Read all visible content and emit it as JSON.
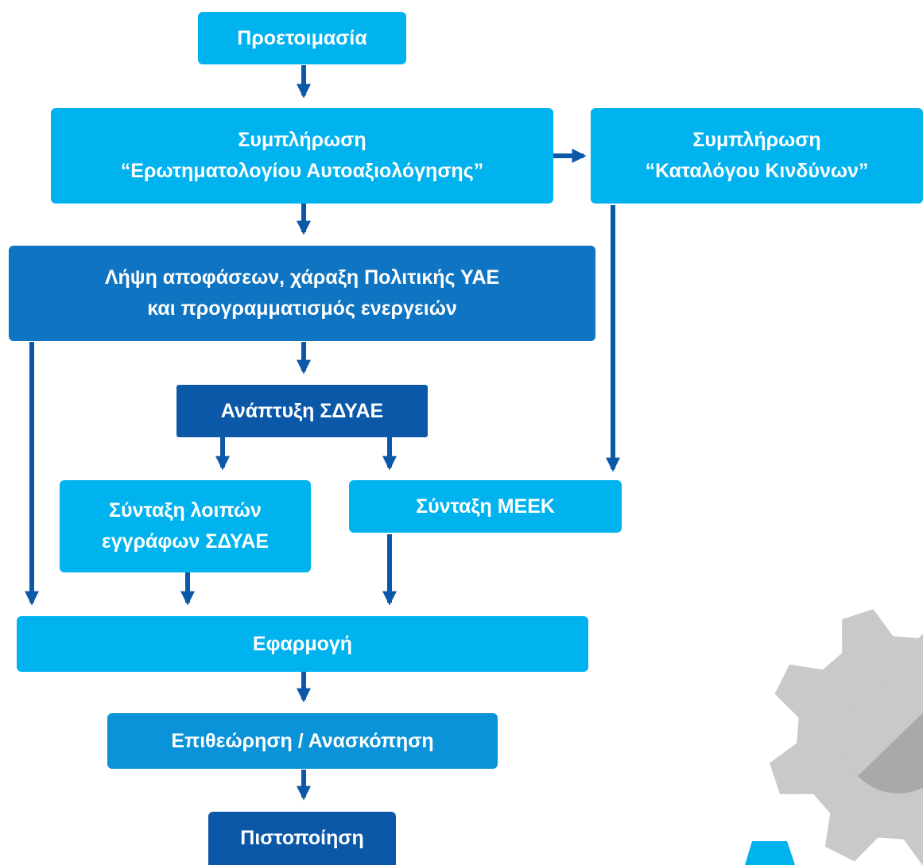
{
  "nodes": {
    "prep": {
      "label": "Προετοιμασία"
    },
    "questionnaire": {
      "line1": "Συμπλήρωση",
      "line2": "“Ερωτηματολογίου Αυτοαξιολόγησης”"
    },
    "risks": {
      "line1": "Συμπλήρωση",
      "line2": "“Καταλόγου Κινδύνων”"
    },
    "decisions": {
      "line1": "Λήψη αποφάσεων, χάραξη Πολιτικής ΥΑΕ",
      "line2": "και προγραμματισμός ενεργειών"
    },
    "develop": {
      "label": "Ανάπτυξη ΣΔΥΑΕ"
    },
    "other_docs": {
      "line1": "Σύνταξη λοιπών",
      "line2": "εγγράφων ΣΔΥΑΕ"
    },
    "meek": {
      "label": "Σύνταξη ΜΕΕΚ"
    },
    "apply": {
      "label": "Εφαρμογή"
    },
    "inspect": {
      "label": "Επιθεώρηση / Ανασκόπηση"
    },
    "certify": {
      "label": "Πιστοποίηση"
    }
  },
  "colors": {
    "light": "#00b2ee",
    "medium": "#0a93d8",
    "strong": "#0f74c1",
    "dark": "#0c58a8",
    "arrow": "#0c58a8",
    "gear_light": "#c9c9c9",
    "gear_dark": "#a9a9a9"
  },
  "decoration": {
    "icon": "gear-icon"
  }
}
